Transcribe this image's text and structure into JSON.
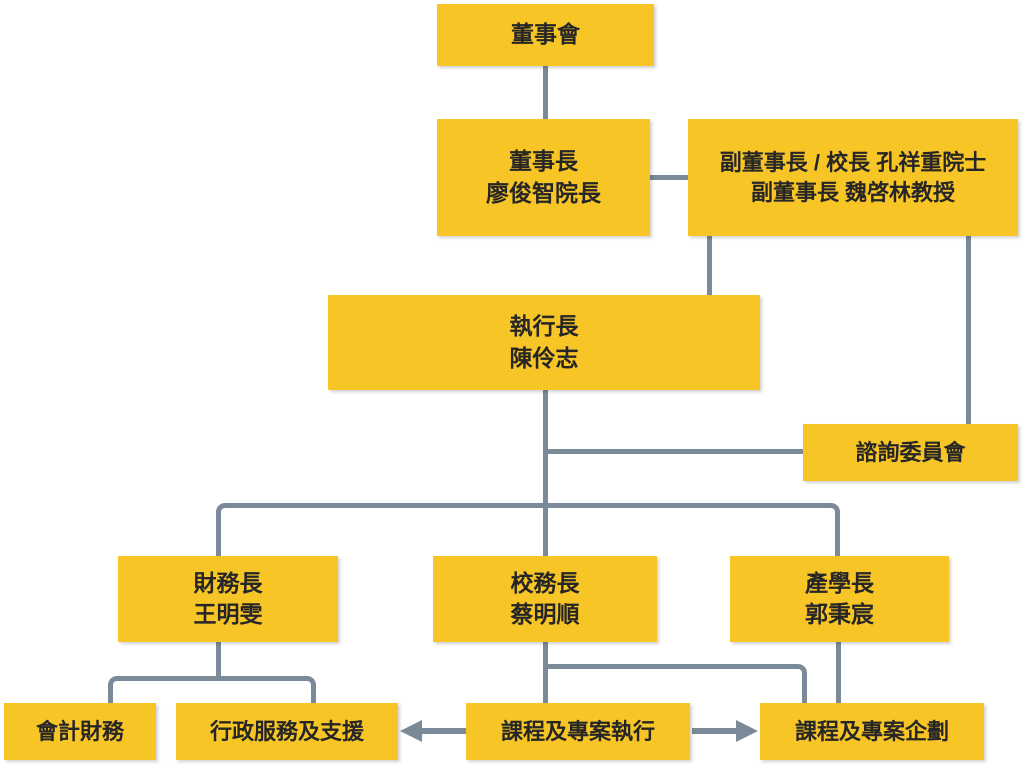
{
  "chart_title": "",
  "theme": {
    "node_fill": "#f8c526",
    "node_text": "#262626",
    "connector": "#7b8a99",
    "background": "#ffffff"
  },
  "nodes": {
    "board": {
      "label": "董事會"
    },
    "chairman": {
      "label": "董事長\n廖俊智院長"
    },
    "vice_chairman": {
      "label": "副董事長 / 校長 孔祥重院士\n副董事長 魏啓林教授"
    },
    "ceo": {
      "label": "執行長\n陳伶志"
    },
    "advisory": {
      "label": "諮詢委員會"
    },
    "cfo": {
      "label": "財務長\n王明雯"
    },
    "provost": {
      "label": "校務長\n蔡明順"
    },
    "industry": {
      "label": "產學長\n郭秉宸"
    },
    "accounting": {
      "label": "會計財務"
    },
    "admin_services": {
      "label": "行政服務及支援"
    },
    "program_execution": {
      "label": "課程及專案執行"
    },
    "program_planning": {
      "label": "課程及專案企劃"
    }
  },
  "arrows": {
    "exec_to_admin": {
      "direction": "left",
      "icon": "arrow-left-icon"
    },
    "exec_to_plan": {
      "direction": "right",
      "icon": "arrow-right-icon"
    }
  }
}
